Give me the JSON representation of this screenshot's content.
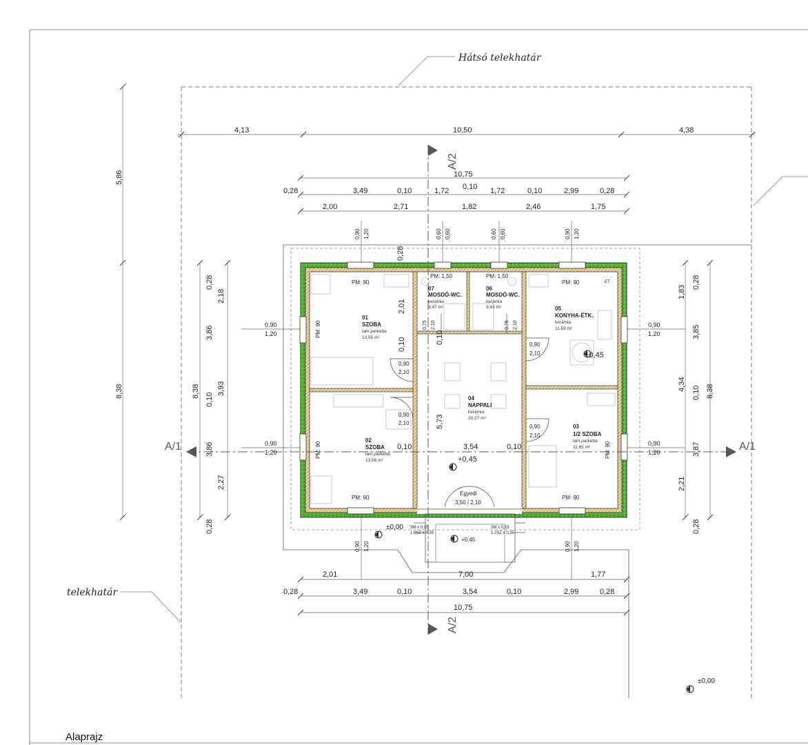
{
  "drawing": {
    "title": "Alaprajz",
    "rear_boundary_label": "Hátsó telekhatár",
    "side_boundary_label": "telekhatár"
  },
  "axes": {
    "horizontal": "A/1",
    "vertical": "A/2"
  },
  "levels": {
    "interior": "+0,45",
    "terrace": "+0,45",
    "ground": "±0,00"
  },
  "rooms": [
    {
      "no": "01",
      "name": "SZOBA",
      "floor": "lam.parketta",
      "area": "13,55 m²"
    },
    {
      "no": "02",
      "name": "SZOBA",
      "floor": "lam.parketta",
      "area": "13,56 m²"
    },
    {
      "no": "03",
      "name": "1/2 SZOBA",
      "floor": "lam.parketta",
      "area": "11,65 m²"
    },
    {
      "no": "04",
      "name": "NAPPALI",
      "floor": "kerámia",
      "area": "20,27 m²"
    },
    {
      "no": "05",
      "name": "KONYHA-ÉTK.",
      "floor": "kerámia",
      "area": "11,59 m²"
    },
    {
      "no": "06",
      "name": "MOSDÓ-WC.",
      "floor": "kerámia",
      "area": "3,43 m²"
    },
    {
      "no": "07",
      "name": "MOSDÓ-WC.",
      "floor": "kerámia",
      "area": "3,47 m²"
    }
  ],
  "door_labels": {
    "entrance": "Egyedi",
    "entrance_size": "3,50 / 2,10"
  },
  "window_labels": {
    "pm90": "PM: 90",
    "pm150": "PM: 1,50",
    "pm90v": "PM: 90",
    "et": "ET"
  },
  "dimensions": {
    "site_top": [
      "4,13",
      "10,50",
      "4,38"
    ],
    "site_left": "5,86",
    "site_left_total": "8,38",
    "overall_width": "10,75",
    "top_row1": [
      "0,28",
      "3,49",
      "0,10",
      "1,72",
      "0,10",
      "1,72",
      "0,10",
      "2,99",
      "0,28"
    ],
    "top_row2": [
      "2,00",
      "2,71",
      "1,82",
      "2,46",
      "1,75"
    ],
    "bottom_row1": [
      "2,01",
      "7,00",
      "1,77"
    ],
    "bottom_row2": [
      "0,28",
      "3,49",
      "0,10",
      "3,54",
      "0,10",
      "2,99",
      "0,28"
    ],
    "left_outer": [
      "0,28",
      "3,86",
      "0,10",
      "3,86",
      "0,28"
    ],
    "left_outer_total": "8,38",
    "left_inner": [
      "2,18",
      "3,93",
      "2,27"
    ],
    "right_inner": [
      "1,83",
      "4,34",
      "2,21"
    ],
    "right_outer": [
      "0,28",
      "3,85",
      "0,10",
      "3,87",
      "0,28"
    ],
    "right_outer_total": "8,38",
    "window_090": "0,90",
    "window_120": "1,20",
    "window_060": "0,60",
    "door_090": "0,90",
    "door_210": "2,10",
    "door_075": "0,75",
    "corridor_010": "0,10",
    "corridor_201": "2,01",
    "corridor_573": "5,73",
    "corridor_354": "3,54",
    "terrace_a": "3M x 0,15",
    "terrace_b": "1 2SZ x 0,35"
  }
}
